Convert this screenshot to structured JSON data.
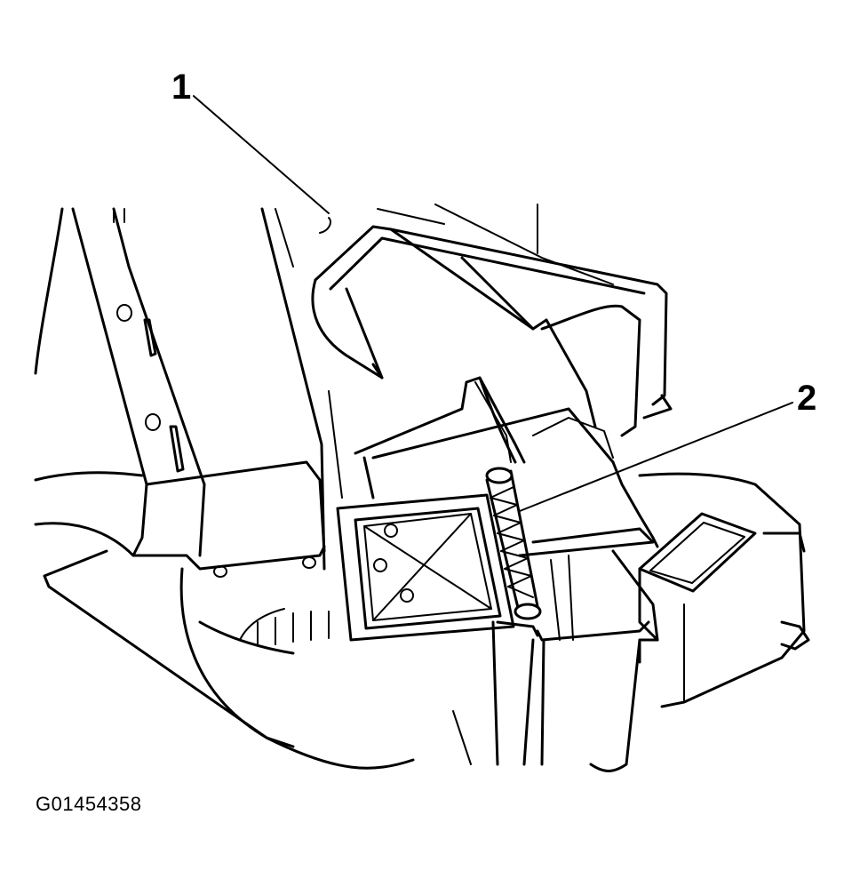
{
  "diagram": {
    "callouts": [
      {
        "id": "1",
        "label": "1"
      },
      {
        "id": "2",
        "label": "2"
      }
    ],
    "figure_id": "G01454358",
    "colors": {
      "line": "#000000",
      "background": "#ffffff"
    }
  }
}
